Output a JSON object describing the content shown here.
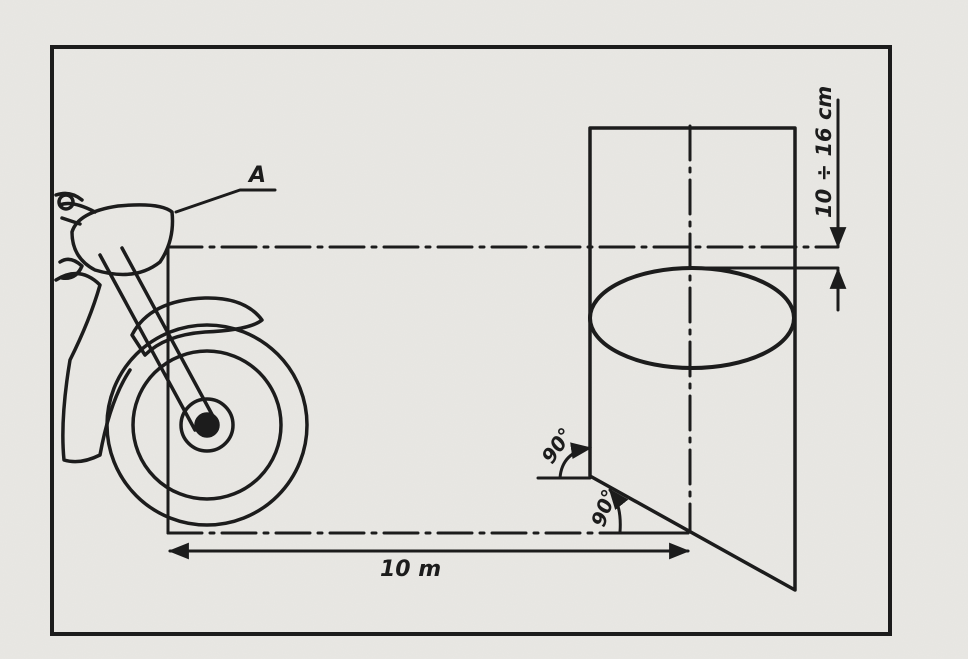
{
  "diagram": {
    "labels": {
      "point_a": "A",
      "distance": "10 m",
      "height_tolerance": "10 ÷ 16 cm",
      "angle_wall_ground": "90°",
      "angle_axis_wall": "90°"
    },
    "colors": {
      "paper": "#e9e8e4",
      "ink": "#1c1c1c"
    },
    "icons": {
      "motorcycle": "motorcycle-front-icon"
    }
  }
}
